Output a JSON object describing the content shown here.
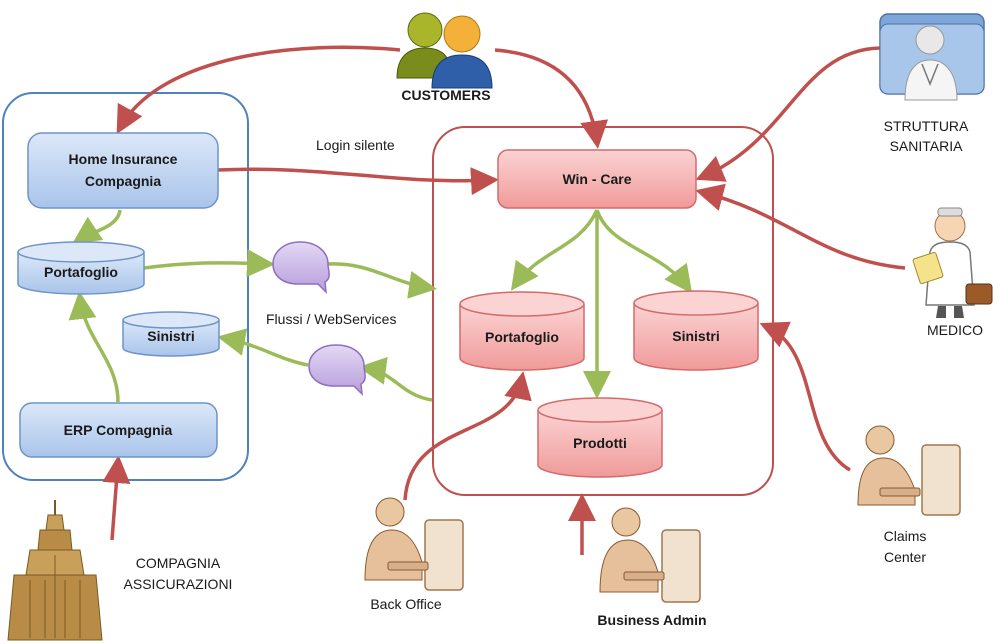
{
  "actors": {
    "customers": "CUSTOMERS",
    "struttura_line1": "STRUTTURA",
    "struttura_line2": "SANITARIA",
    "medico": "MEDICO",
    "claims_line1": "Claims",
    "claims_line2": "Center",
    "back_office": "Back Office",
    "business_admin": "Business Admin",
    "compagnia_line1": "COMPAGNIA",
    "compagnia_line2": "ASSICURAZIONI"
  },
  "left_system": {
    "home_insurance_line1": "Home Insurance",
    "home_insurance_line2": "Compagnia",
    "portafoglio": "Portafoglio",
    "sinistri": "Sinistri",
    "erp": "ERP Compagnia"
  },
  "right_system": {
    "win_care": "Win - Care",
    "portafoglio": "Portafoglio",
    "sinistri": "Sinistri",
    "prodotti": "Prodotti"
  },
  "connectors": {
    "login_silente": "Login silente",
    "flussi": "Flussi / WebServices"
  },
  "colors": {
    "red_arrow": "#c0504d",
    "green_arrow": "#9bbb59",
    "blue_box": "#c6d9f1",
    "pink_box": "#f7b7b7",
    "bubble": "#c9b6e4"
  }
}
